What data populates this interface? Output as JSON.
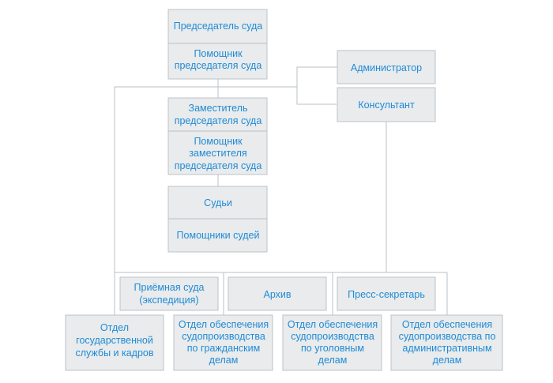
{
  "diagram": {
    "chairman_title": "Председатель суда",
    "chairman_assistant": "Помощник председателя суда",
    "administrator": "Администратор",
    "consultant": "Консультант",
    "deputy_title": "Заместитель председателя суда",
    "deputy_assistant": "Помощник заместителя председателя суда",
    "judges": "Судьи",
    "judges_assistants": "Помощники судей",
    "reception": "Приёмная суда (экспедиция)",
    "archive": "Архив",
    "press_secretary": "Пресс-секретарь",
    "dept_personnel": "Отдел государственной службы и кадров",
    "dept_civil": "Отдел обеспечения судопроизводства по гражданским делам",
    "dept_criminal": "Отдел обеспечения судопроизводства по уголовным делам",
    "dept_admin": "Отдел обеспечения судопроизводства по административным делам"
  },
  "colors": {
    "box_fill": "#e9ebec",
    "box_border": "#bdc3c7",
    "connector": "#b9c0c4",
    "text": "#1f8bd6"
  }
}
